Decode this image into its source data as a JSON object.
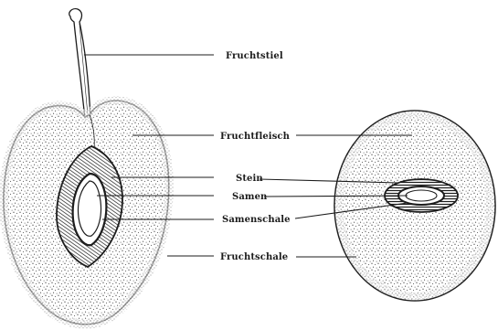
{
  "figure": {
    "labels": {
      "fruchtstiel": "Fruchtstiel",
      "fruchtfleisch": "Fruchtfleisch",
      "stein": "Stein",
      "samen": "Samen",
      "samenschale": "Samenschale",
      "fruchtschale": "Fruchtschale"
    }
  },
  "colors": {
    "ink": "#1c1c1c",
    "paper": "#ffffff"
  }
}
